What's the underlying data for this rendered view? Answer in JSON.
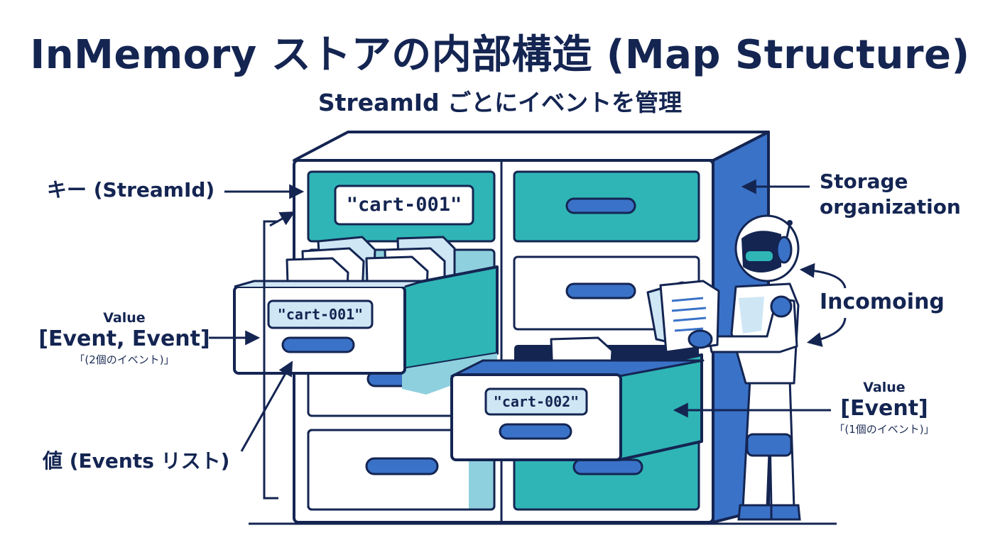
{
  "title": "InMemory ストアの内部構造 (Map Structure)",
  "subtitle": "StreamId ごとにイベントを管理",
  "labels": {
    "key": "キー (StreamId)",
    "storage": [
      "Storage",
      "organization"
    ],
    "incoming": "Incomoing",
    "value_list": "値 (Events リスト)"
  },
  "value_left": {
    "caption": "Value",
    "content": "[Event, Event]",
    "note": "「(2個のイベント)」"
  },
  "value_right": {
    "caption": "Value",
    "content": "[Event]",
    "note": "「(1個のイベント)」"
  },
  "drawer_tags": {
    "top_key": "\"cart-001\"",
    "open_left": "\"cart-001\"",
    "open_right": "\"cart-002\""
  },
  "icons": [
    "arrow-icon",
    "document-icon",
    "robot-icon",
    "drawer-handle-icon"
  ],
  "colors": {
    "navy": "#142552",
    "teal": "#2fb5b5",
    "blue": "#3a72c8",
    "light_blue": "#cfe6f5",
    "pale_teal": "#8fd0de"
  }
}
